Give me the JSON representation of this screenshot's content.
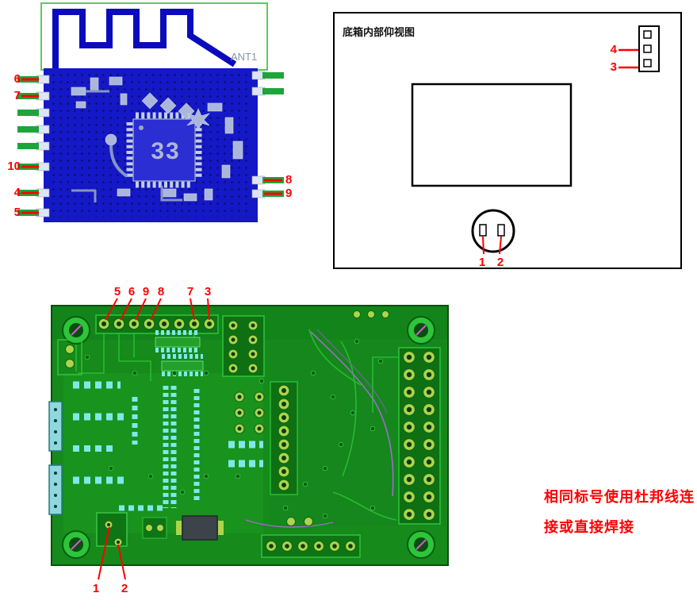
{
  "colors": {
    "callout_red": "#ff0000",
    "module_board_blue": "#1518c6",
    "antenna_border_green": "#5ecb5e",
    "pin_bar_green": "#1ea43a",
    "pcb_base_green": "#168a1b",
    "pad_ring_green": "#aed34d",
    "trace_purple": "#a06cc8"
  },
  "module": {
    "antenna_label": "ANT1",
    "chip_label": "33",
    "left_pin_labels": [
      "6",
      "7",
      "10",
      "4",
      "5"
    ],
    "right_pin_labels": [
      "8",
      "9"
    ]
  },
  "enclosure_view": {
    "title": "底箱内部仰视图",
    "connector_pin_labels": [
      "4",
      "3"
    ],
    "socket_pin_labels": [
      "1",
      "2"
    ]
  },
  "pcb": {
    "top_pin_labels": [
      "5",
      "6",
      "9",
      "8",
      "7",
      "3"
    ],
    "bottom_pin_labels": [
      "1",
      "2"
    ]
  },
  "note": {
    "line1": "相同标号使用杜邦线连",
    "line2": "接或直接焊接"
  }
}
